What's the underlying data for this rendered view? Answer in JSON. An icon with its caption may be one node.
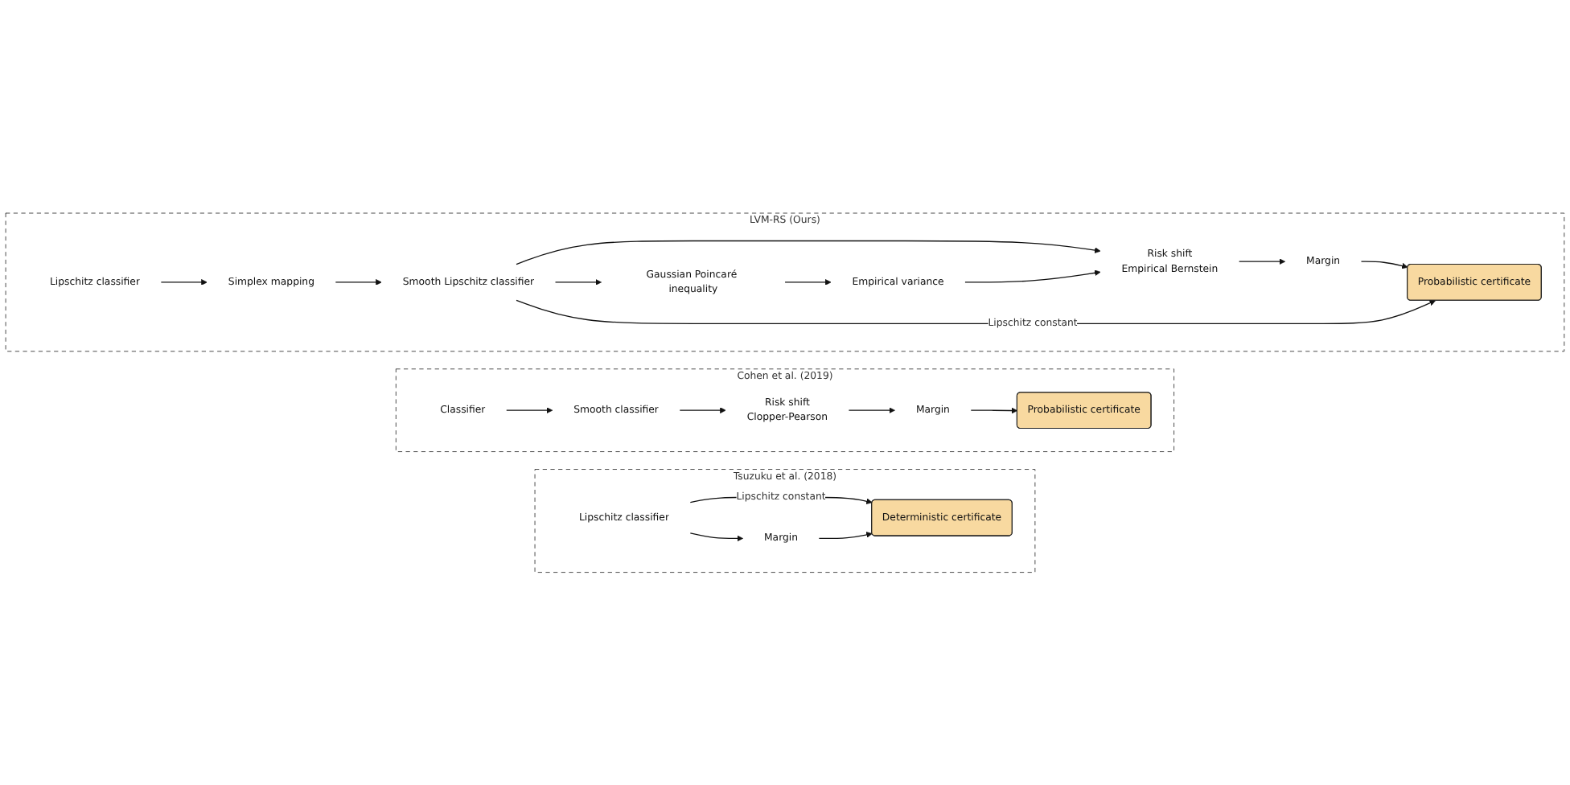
{
  "diagram": {
    "nodes": [
      {
        "text": [
          "Tsuzuku et al. (2018)"
        ]
      },
      {
        "text": [
          "Lipschitz classifier"
        ],
        "in": 0
      },
      {
        "text": [
          "Margin"
        ],
        "in": 0
      },
      {
        "text": [
          "Deterministic certificate"
        ],
        "in": 0
      },
      {
        "text": [
          "Cohen et al. (2019)"
        ]
      },
      {
        "text": [
          "Classifier"
        ],
        "in": 4
      },
      {
        "text": [
          "Smooth classifier"
        ],
        "in": 4
      },
      {
        "text": [
          "Risk shift",
          "Clopper-Pearson"
        ],
        "in": 4
      },
      {
        "text": [
          "Margin"
        ],
        "in": 4
      },
      {
        "text": [
          "Probabilistic certificate"
        ],
        "in": 4
      },
      {
        "text": [
          "LVM-RS (Ours)"
        ]
      },
      {
        "text": [
          "Simplex mapping"
        ],
        "in": 10
      },
      {
        "text": [
          "Smooth Lipschitz classifier"
        ],
        "in": 10
      },
      {
        "text": [
          "Risk shift",
          "Empirical Bernstein"
        ],
        "in": 10
      },
      {
        "text": [
          "Margin"
        ],
        "in": 10
      },
      {
        "text": [
          "Probabilistic certificate"
        ],
        "in": 10
      },
      {
        "text": [
          "Lipschitz classifier"
        ],
        "in": 10
      },
      {
        "text": [
          "Gaussian Poincaré inequality"
        ],
        "in": 10
      },
      {
        "text": [
          "Empirical variance"
        ],
        "in": 10
      }
    ],
    "edges": [
      {
        "from": 1,
        "to": 2,
        "arrow": "to"
      },
      {
        "from": 1,
        "to": 3,
        "arrow": "to",
        "label": "Lipschitz constant"
      },
      {
        "from": 2,
        "to": 3,
        "arrow": "to"
      },
      {
        "from": 5,
        "to": 6,
        "arrow": "to"
      },
      {
        "from": 6,
        "to": 7,
        "arrow": "to"
      },
      {
        "from": 7,
        "to": 8,
        "arrow": "to"
      },
      {
        "from": 8,
        "to": 9,
        "arrow": "to"
      },
      {
        "from": 11,
        "to": 12,
        "arrow": "to"
      },
      {
        "from": 12,
        "to": 13,
        "arrow": "to"
      },
      {
        "from": 13,
        "to": 14,
        "arrow": "to"
      },
      {
        "from": 14,
        "to": 15,
        "arrow": "to"
      },
      {
        "from": 12,
        "to": 15,
        "arrow": "to",
        "label": "Lipschitz constant"
      },
      {
        "from": 16,
        "to": 11,
        "arrow": "to"
      },
      {
        "from": 12,
        "to": 17,
        "arrow": "to"
      },
      {
        "from": 17,
        "to": 18,
        "arrow": "to"
      },
      {
        "from": 18,
        "to": 13,
        "arrow": "to"
      }
    ]
  }
}
